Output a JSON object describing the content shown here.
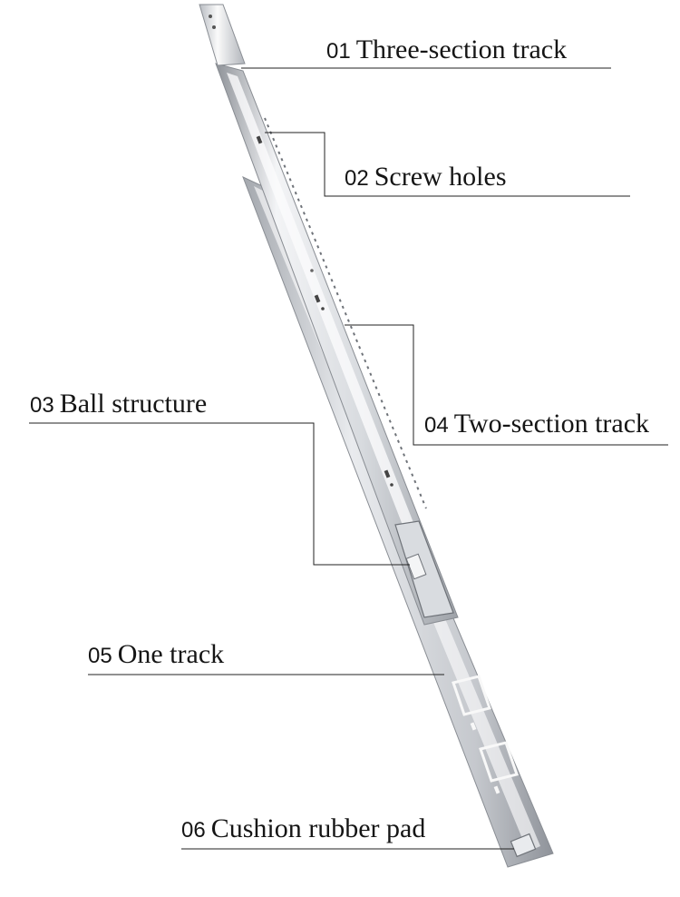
{
  "callouts": [
    {
      "number": "01",
      "label": "Three-section track"
    },
    {
      "number": "02",
      "label": "Screw holes"
    },
    {
      "number": "03",
      "label": "Ball structure"
    },
    {
      "number": "04",
      "label": "Two-section track"
    },
    {
      "number": "05",
      "label": "One track"
    },
    {
      "number": "06",
      "label": "Cushion rubber pad"
    }
  ],
  "colors": {
    "text": "#151515",
    "leader_line": "#222222",
    "rail_light": "#f3f4f6",
    "rail_mid": "#c9ccd1",
    "rail_dark": "#8e9298"
  }
}
